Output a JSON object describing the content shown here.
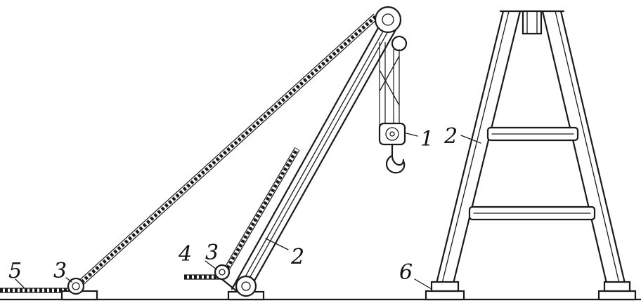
{
  "labels": {
    "hook_block": "1",
    "boom_left": "2",
    "frame_right": "2",
    "anchor_left": "3",
    "anchor_mid": "3",
    "hoist_rope": "4",
    "guy_rope": "5",
    "base_right": "6"
  },
  "colors": {
    "ink": "#1a1a1a",
    "background": "#ffffff"
  }
}
